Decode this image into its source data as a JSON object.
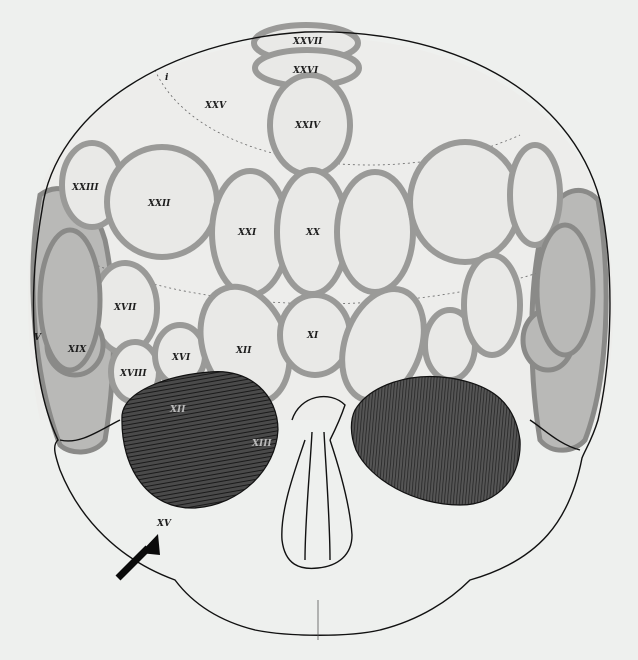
{
  "labels": {
    "xxvii": "XXVII",
    "xxvi": "XXVI",
    "xxv": "XXV",
    "xxiv": "XXIV",
    "xxiii": "XXIII",
    "xxii": "XXII",
    "xxi": "XXI",
    "xx": "XX",
    "xvii": "XVII",
    "xix": "XIX",
    "v": "V",
    "xviii": "XVIII",
    "xvi": "XVI",
    "xii": "XII",
    "xi": "XI",
    "xiii_a": "XII",
    "xiii_b": "XIII",
    "xv": "XV",
    "i": "i"
  },
  "colors": {
    "background": "#eef0ee",
    "outline": "#111111",
    "zone_stroke": "#9a9a98",
    "orbit_fill": "#3a3a3a"
  }
}
